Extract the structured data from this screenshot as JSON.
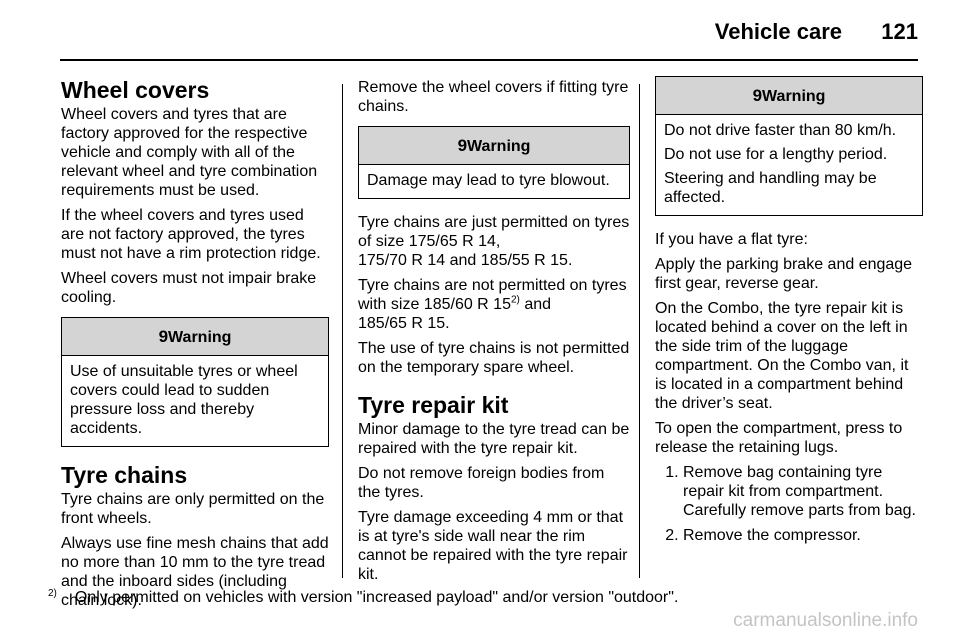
{
  "header": {
    "title": "Vehicle care",
    "page": "121"
  },
  "col1": {
    "h_wheel": "Wheel covers",
    "p1": "Wheel covers and tyres that are factory approved for the respective vehicle and comply with all of the relevant wheel and tyre combination requirements must be used.",
    "p2": "If the wheel covers and tyres used are not factory approved, the tyres must not have a rim protection ridge.",
    "p3": "Wheel covers must not impair brake cooling.",
    "warn": {
      "title": "Warning",
      "text": "Use of unsuitable tyres or wheel covers could lead to sudden pressure loss and thereby accidents."
    },
    "h_chains": "Tyre chains",
    "p4": "Tyre chains are only permitted on the front wheels.",
    "p5": "Always use fine mesh chains that add no more than 10 mm to the tyre tread and the inboard sides (including chain lock)."
  },
  "col2": {
    "p1": "Remove the wheel covers if fitting tyre chains.",
    "warn": {
      "title": "Warning",
      "text": "Damage may lead to tyre blowout."
    },
    "p2": "Tyre chains are just permitted on tyres of size 175/65 R 14,\n175/70 R 14 and 185/55 R 15.",
    "p3a": "Tyre chains are not permitted on tyres with size 185/60 R 15",
    "p3sup": "2)",
    "p3b": " and\n185/65 R 15.",
    "p4": "The use of tyre chains is not permitted on the temporary spare wheel.",
    "h_repair": "Tyre repair kit",
    "p5": "Minor damage to the tyre tread can be repaired with the tyre repair kit.",
    "p6": "Do not remove foreign bodies from the tyres.",
    "p7": "Tyre damage exceeding 4 mm or that is at tyre's side wall near the rim cannot be repaired with the tyre repair kit."
  },
  "col3": {
    "warn": {
      "title": "Warning",
      "l1": "Do not drive faster than 80 km/h.",
      "l2": "Do not use for a lengthy period.",
      "l3": "Steering and handling may be affected."
    },
    "p1": "If you have a flat tyre:",
    "p2": "Apply the parking brake and engage first gear, reverse gear.",
    "p3": "On the Combo, the tyre repair kit is located behind a cover on the left in the side trim of the luggage compartment. On the Combo van, it is located in a compartment behind the driver’s seat.",
    "p4": "To open the compartment, press to release the retaining lugs.",
    "steps": [
      "Remove bag containing tyre repair kit from compartment. Carefully remove parts from bag.",
      "Remove the compressor."
    ]
  },
  "footnote": {
    "mark": "2)",
    "text": "Only permitted on vehicles with version \"increased payload\" and/or version \"outdoor\"."
  },
  "watermark": "carmanualsonline.info",
  "warn_symbol": "9"
}
